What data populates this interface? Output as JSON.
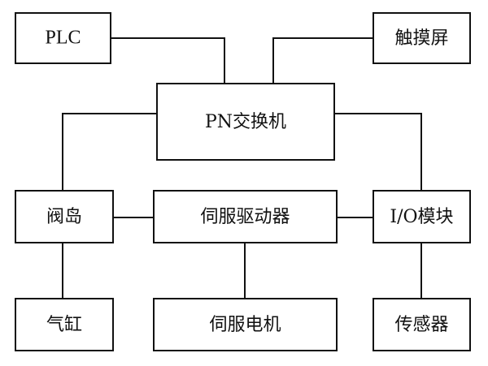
{
  "diagram": {
    "colors": {
      "stroke": "#111111",
      "background": "#ffffff"
    },
    "nodes": {
      "plc": "PLC",
      "touchscreen": "触摸屏",
      "pn_switch": "PN交换机",
      "valve_island": "阀岛",
      "servo_driver": "伺服驱动器",
      "io_module": "I/O模块",
      "cylinder": "气缸",
      "servo_motor": "伺服电机",
      "sensor": "传感器"
    },
    "connections": [
      [
        "plc",
        "pn_switch"
      ],
      [
        "touchscreen",
        "pn_switch"
      ],
      [
        "pn_switch",
        "valve_island"
      ],
      [
        "pn_switch",
        "io_module"
      ],
      [
        "valve_island",
        "servo_driver"
      ],
      [
        "servo_driver",
        "io_module"
      ],
      [
        "valve_island",
        "cylinder"
      ],
      [
        "servo_driver",
        "servo_motor"
      ],
      [
        "io_module",
        "sensor"
      ]
    ]
  }
}
